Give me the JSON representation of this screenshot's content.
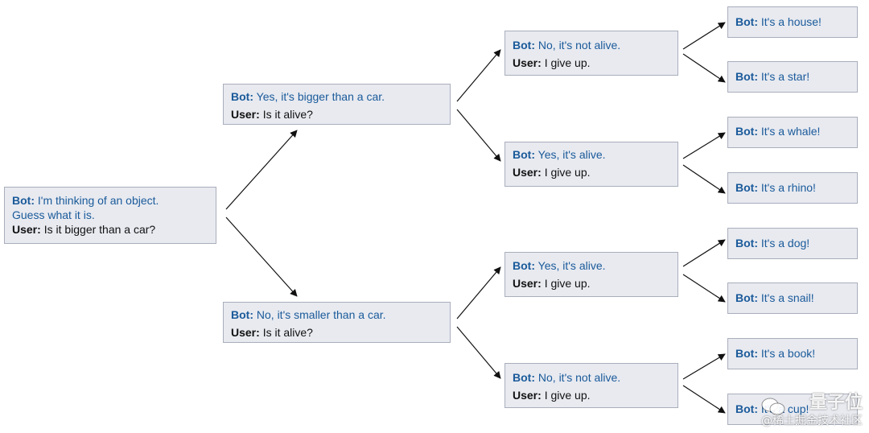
{
  "speakers": {
    "bot": "Bot:",
    "user": "User:"
  },
  "nodes": {
    "root": {
      "bot_lines": [
        "I'm thinking of an object.",
        "Guess what it is."
      ],
      "user": "Is it bigger than a car?"
    },
    "bigger": {
      "bot": "Yes, it's bigger than a car.",
      "user": "Is it alive?"
    },
    "smaller": {
      "bot": "No, it's smaller than a car.",
      "user": "Is it alive?"
    },
    "big_not_alive": {
      "bot": "No, it's not alive.",
      "user": "I give up."
    },
    "big_alive": {
      "bot": "Yes, it's alive.",
      "user": "I give up."
    },
    "small_alive": {
      "bot": "Yes, it's alive.",
      "user": "I give up."
    },
    "small_not_alive": {
      "bot": "No, it's not alive.",
      "user": "I give up."
    }
  },
  "leaves": {
    "house": "It's a house!",
    "star": "It's a star!",
    "whale": "It's a whale!",
    "rhino": "It's a rhino!",
    "dog": "It's a dog!",
    "snail": "It's a snail!",
    "book": "It's a book!",
    "cup": "It's a cup!"
  },
  "watermark": {
    "brand": "量子位",
    "site": "@稀土掘金技术社区"
  },
  "colors": {
    "bot_text": "#1a5a9a",
    "box_fill": "#e8eaf0",
    "box_border": "#a9aebb",
    "arrow": "#111111"
  }
}
